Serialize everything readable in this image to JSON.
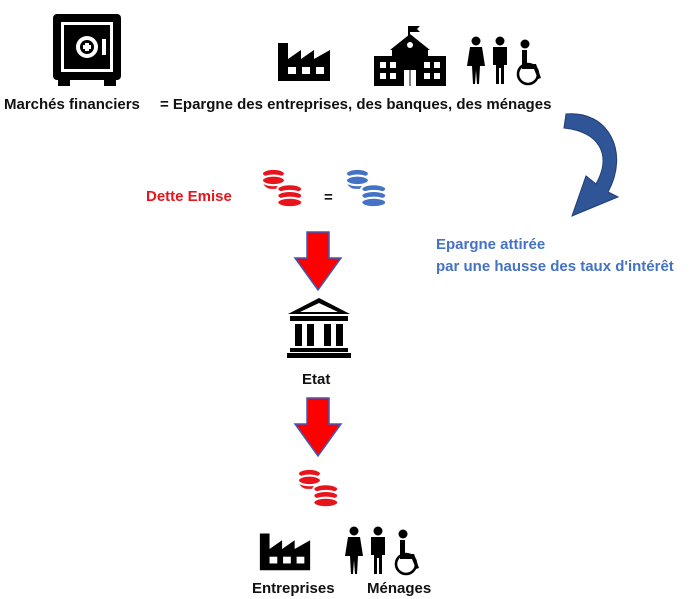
{
  "labels": {
    "marches": "Marchés financiers",
    "epargne": "= Epargne des entreprises, des banques, des ménages",
    "dette": "Dette Emise",
    "equals": "=",
    "attiree_line1": "Epargne attirée",
    "attiree_line2": "par une hausse des taux d'intérêt",
    "etat": "Etat",
    "entreprises": "Entreprises",
    "menages": "Ménages"
  },
  "colors": {
    "red": "#e8141c",
    "blue": "#4472c4",
    "dark_blue_arrow": "#2f5597",
    "black": "#000000"
  },
  "icons": [
    "safe-icon",
    "factory-icon",
    "school-icon",
    "family-disabled-icon",
    "coins-icon",
    "bank-icon",
    "arrow-down-icon",
    "curved-arrow-icon"
  ]
}
